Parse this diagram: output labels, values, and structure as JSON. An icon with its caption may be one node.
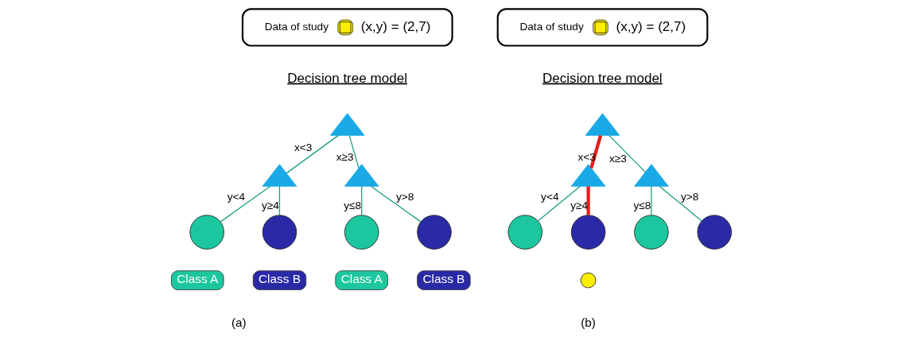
{
  "diagram": {
    "nodes": [
      {
        "text": [
          "Data of study",
          "(x,y) = (2,7)"
        ]
      },
      {
        "text": [],
        "shape": "triangle"
      },
      {
        "text": [],
        "shape": "triangle"
      },
      {
        "text": [],
        "shape": "triangle"
      },
      {
        "text": [],
        "shape": "circle"
      },
      {
        "text": [],
        "shape": "circle"
      },
      {
        "text": [],
        "shape": "circle"
      },
      {
        "text": [],
        "shape": "circle"
      },
      {
        "text": [
          "Class A"
        ]
      },
      {
        "text": [
          "Class B"
        ]
      },
      {
        "text": [
          "Class A"
        ]
      },
      {
        "text": [
          "Class B"
        ]
      },
      {
        "text": [
          "Data of study",
          "(x,y) = (2,7)"
        ]
      },
      {
        "text": [],
        "shape": "triangle"
      },
      {
        "text": [],
        "shape": "triangle"
      },
      {
        "text": [],
        "shape": "triangle"
      },
      {
        "text": [],
        "shape": "circle"
      },
      {
        "text": [],
        "shape": "circle"
      },
      {
        "text": [],
        "shape": "circle"
      },
      {
        "text": [],
        "shape": "circle"
      },
      {
        "text": [],
        "shape": "circle"
      }
    ],
    "edges": [
      {
        "from": 1,
        "to": 2,
        "arrow": "none",
        "label": "x<3"
      },
      {
        "from": 1,
        "to": 3,
        "arrow": "none",
        "label": "x≥3"
      },
      {
        "from": 2,
        "to": 4,
        "arrow": "none",
        "label": "y<4"
      },
      {
        "from": 2,
        "to": 5,
        "arrow": "none",
        "label": "y≥4"
      },
      {
        "from": 3,
        "to": 6,
        "arrow": "none",
        "label": "y≤8"
      },
      {
        "from": 3,
        "to": 7,
        "arrow": "none",
        "label": "y>8"
      },
      {
        "from": 13,
        "to": 14,
        "arrow": "none",
        "label": "x<3",
        "style": "thick",
        "color": "#e81c1c"
      },
      {
        "from": 13,
        "to": 15,
        "arrow": "none",
        "label": "x≥3"
      },
      {
        "from": 14,
        "to": 16,
        "arrow": "none",
        "label": "y<4"
      },
      {
        "from": 14,
        "to": 17,
        "arrow": "none",
        "label": "y≥4",
        "style": "thick",
        "color": "#e81c1c"
      },
      {
        "from": 15,
        "to": 18,
        "arrow": "none",
        "label": "y≤8"
      },
      {
        "from": 15,
        "to": 19,
        "arrow": "none",
        "label": "y>8"
      }
    ],
    "labels": [
      "Decision tree model",
      "Decision tree model",
      "(a)",
      "(b)"
    ]
  }
}
